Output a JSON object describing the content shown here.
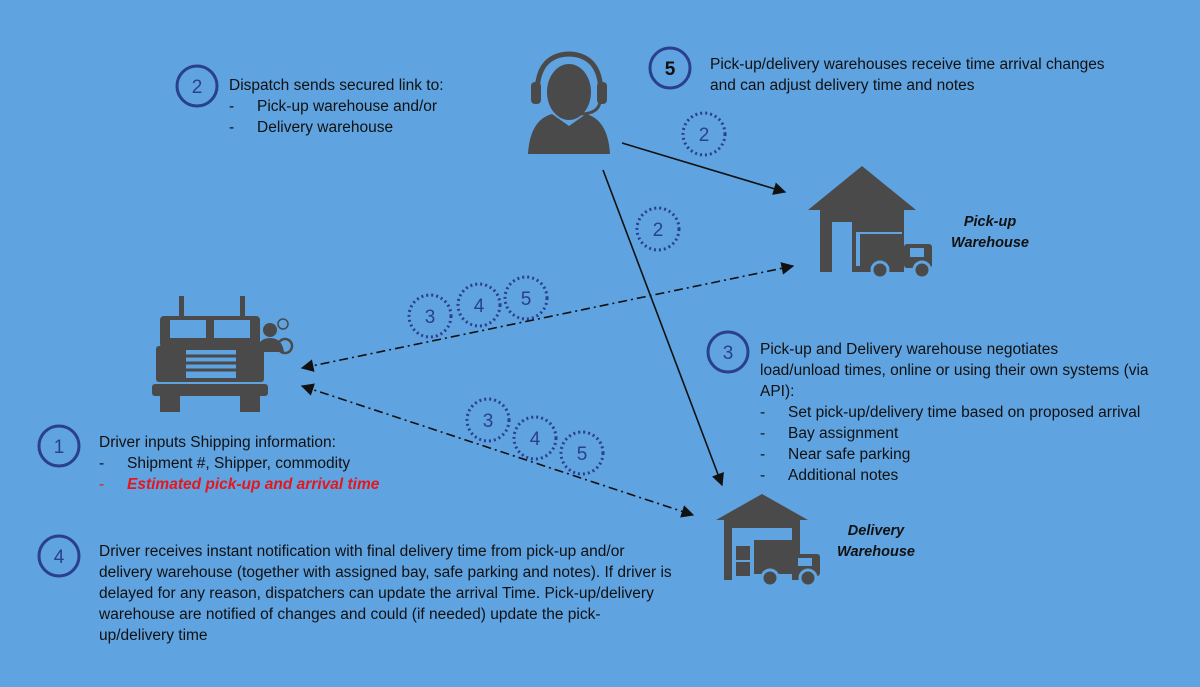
{
  "step2": {
    "number": "2",
    "title": "Dispatch sends secured link to:",
    "bullets": [
      "Pick-up warehouse and/or",
      "Delivery warehouse"
    ]
  },
  "step5": {
    "number": "5",
    "lines": [
      "Pick-up/delivery warehouses receive time arrival changes",
      "and can adjust delivery time and notes"
    ]
  },
  "step3": {
    "number": "3",
    "lines": [
      "Pick-up and Delivery warehouse negotiates",
      "load/unload times, online or using their own systems (via",
      "API):"
    ],
    "bullets": [
      "Set pick-up/delivery time based on proposed arrival",
      "Bay assignment",
      "Near safe parking",
      "Additional notes"
    ]
  },
  "step1": {
    "number": "1",
    "title": "Driver inputs Shipping information:",
    "bullets": [
      "Shipment #, Shipper, commodity"
    ],
    "highlight": "Estimated pick-up and arrival time"
  },
  "step4": {
    "number": "4",
    "lines": [
      "Driver receives instant notification with final delivery time from pick-up and/or",
      "delivery warehouse (together with assigned bay, safe parking and notes). If driver is",
      "delayed for any reason, dispatchers can update the arrival Time. Pick-up/delivery",
      "warehouse are notified of changes and could (if needed) update the pick-",
      "up/delivery time"
    ]
  },
  "pickup_warehouse": {
    "line1": "Pick-up",
    "line2": "Warehouse"
  },
  "delivery_warehouse": {
    "line1": "Delivery",
    "line2": "Warehouse"
  },
  "flow_markers": {
    "dispatch_to_pickup": "2",
    "dispatch_to_delivery": "2",
    "truck_pickup_a": "3",
    "truck_pickup_b": "4",
    "truck_pickup_c": "5",
    "truck_delivery_a": "3",
    "truck_delivery_b": "4",
    "truck_delivery_c": "5"
  },
  "icons": {
    "dispatcher": "headset-operator-icon",
    "truck": "semi-truck-driver-icon",
    "pickup": "warehouse-truck-icon",
    "delivery": "warehouse-boxes-truck-icon"
  },
  "colors": {
    "background": "#5fa3e0",
    "circle": "#2a3f8f",
    "icon": "#4a4a4a",
    "highlight": "#e8151b"
  }
}
